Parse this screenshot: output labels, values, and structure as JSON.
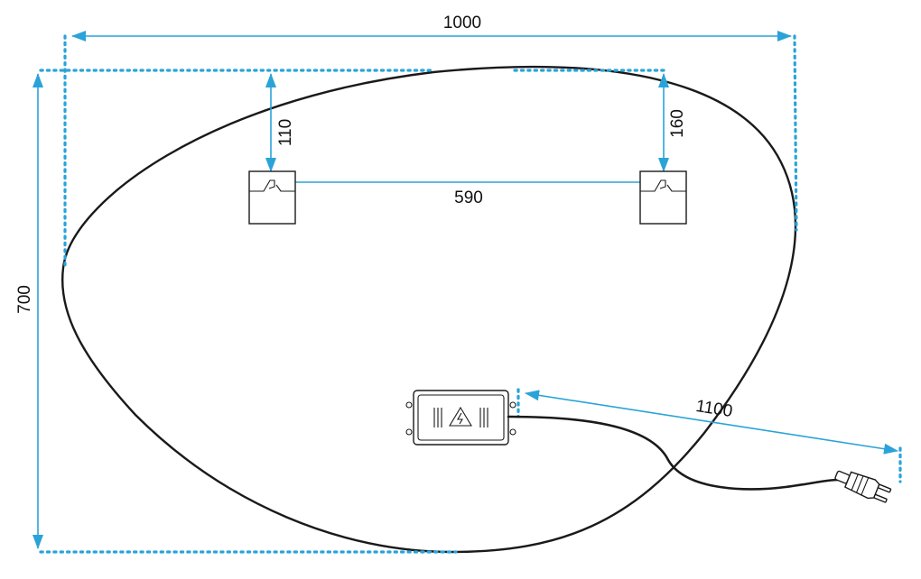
{
  "dimensions": {
    "total_width": "1000",
    "total_height": "700",
    "left_hook_offset": "110",
    "right_hook_offset": "160",
    "hook_spacing": "590",
    "cable_length": "1100"
  },
  "colors": {
    "dimension": "#2aa3d8",
    "outline": "#1a1a1a",
    "background": "#ffffff"
  },
  "icons": {
    "power_box": "lightning-warning-icon",
    "plug": "power-plug-icon"
  }
}
